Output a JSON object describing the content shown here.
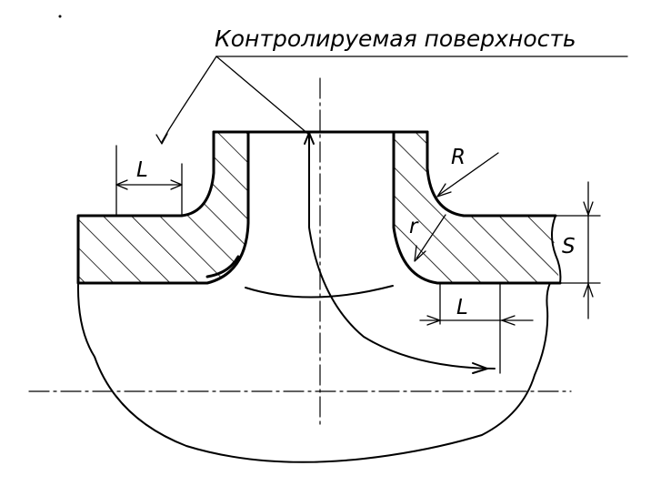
{
  "labels": {
    "title": "Контролируемая поверхность",
    "radius": "R",
    "thickness_r": "r",
    "thickness_s": "S",
    "length_left": "L",
    "length_right": "L"
  },
  "colors": {
    "ink": "#000000",
    "paper": "#ffffff"
  }
}
